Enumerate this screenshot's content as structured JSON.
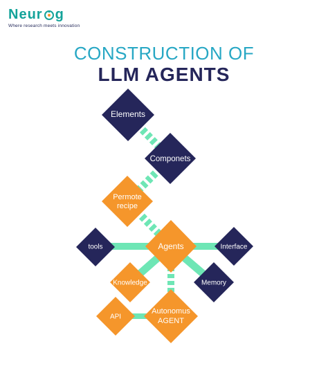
{
  "brand": {
    "name_prefix": "Neur",
    "name_suffix": "g",
    "tagline": "Where research meets innovation"
  },
  "title": {
    "line1": "CONSTRUCTION OF",
    "line2": "LLM AGENTS"
  },
  "colors": {
    "navy": "#25265a",
    "orange": "#f5962b",
    "teal": "#14a39a",
    "connector": "#6ee6b5",
    "title_blue": "#27a7c4"
  },
  "nodes": {
    "elements": "Elements",
    "componets": "Componets",
    "permote_recipe_1": "Permote",
    "permote_recipe_2": "recipe",
    "agents": "Agents",
    "tools": "tools",
    "interface": "Interface",
    "knowledge": "Knowledge",
    "memory": "Memory",
    "api": "API",
    "autonomus_1": "Autonomus",
    "autonomus_2": "AGENT"
  }
}
